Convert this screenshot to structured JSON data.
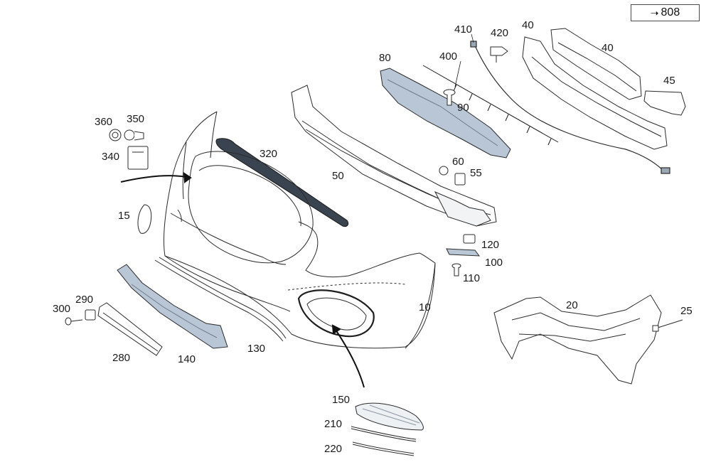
{
  "reference": {
    "arrow": "➝",
    "value": "808"
  },
  "labels": {
    "l10": "10",
    "l15": "15",
    "l20": "20",
    "l25": "25",
    "l40a": "40",
    "l40b": "40",
    "l45": "45",
    "l50": "50",
    "l55": "55",
    "l60": "60",
    "l80": "80",
    "l90": "90",
    "l100": "100",
    "l110": "110",
    "l120": "120",
    "l130": "130",
    "l140": "140",
    "l150": "150",
    "l210": "210",
    "l220": "220",
    "l280": "280",
    "l290": "290",
    "l300": "300",
    "l320": "320",
    "l340": "340",
    "l350": "350",
    "l360": "360",
    "l400": "400",
    "l410": "410",
    "l420": "420"
  },
  "colors": {
    "line": "#2b2b2b",
    "part_fill_blue": "#b8c6d6",
    "part_fill_light": "#ffffff",
    "seal_dark": "#3a4450"
  }
}
